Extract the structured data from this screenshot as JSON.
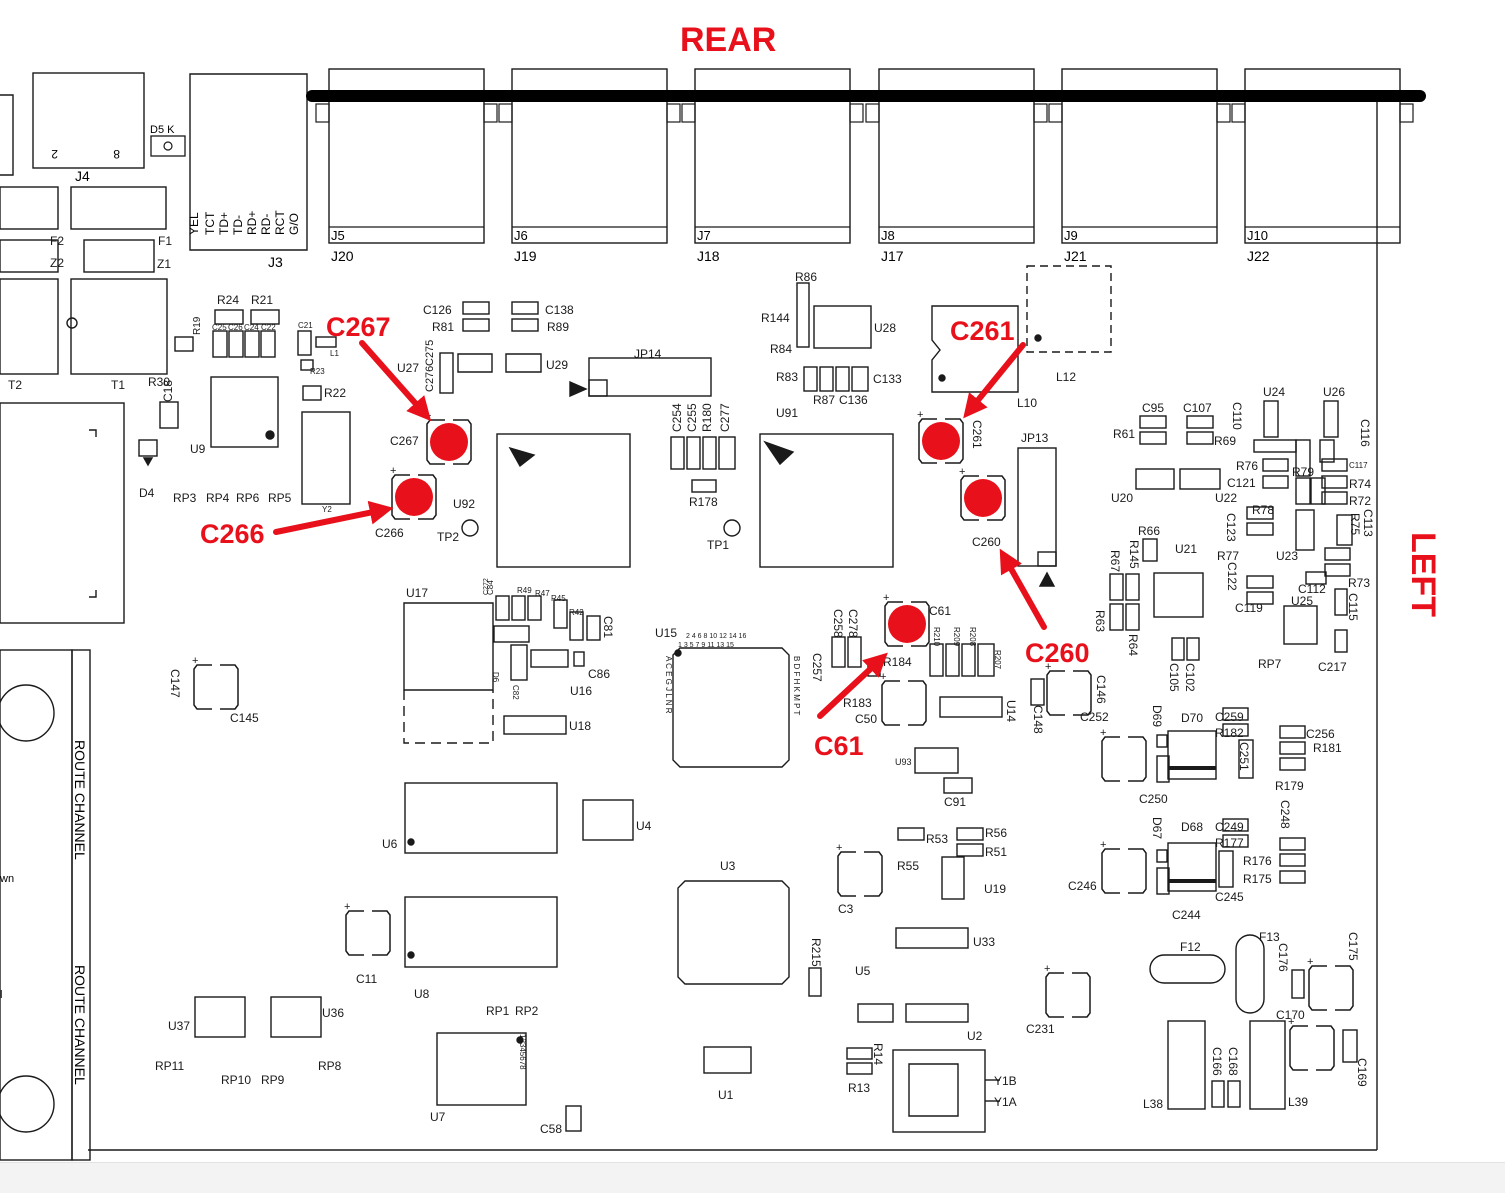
{
  "colors": {
    "line": "#1a1a1a",
    "accent": "#e8101a",
    "background": "#ffffff"
  },
  "headings": {
    "rear": "REAR",
    "left": "LEFT"
  },
  "callouts": [
    {
      "id": "c267",
      "label": "C267"
    },
    {
      "id": "c266",
      "label": "C266"
    },
    {
      "id": "c261",
      "label": "C261"
    },
    {
      "id": "c260",
      "label": "C260"
    },
    {
      "id": "c61",
      "label": "C61"
    }
  ],
  "connectors": {
    "top": [
      "J4",
      "J3"
    ],
    "j3_pins": [
      "YEL",
      "TCT",
      "TD+",
      "TD-",
      "RD+",
      "RD-",
      "RCT",
      "G/O"
    ],
    "rear_ports": [
      {
        "top": "J5",
        "bottom": "J20"
      },
      {
        "top": "J6",
        "bottom": "J19"
      },
      {
        "top": "J7",
        "bottom": "J18"
      },
      {
        "top": "J8",
        "bottom": "J17"
      },
      {
        "top": "J9",
        "bottom": "J21"
      },
      {
        "top": "J10",
        "bottom": "J22"
      }
    ]
  },
  "side_label": {
    "channel": "ROUTE CHANNEL",
    "cut_text_1": "wn",
    "cut_text_2": "l"
  },
  "silkscreen": [
    "D5 K",
    "F2",
    "F1",
    "Z2",
    "Z1",
    "T2",
    "T1",
    "R24",
    "R21",
    "R19",
    "R30",
    "R23",
    "R22",
    "C18",
    "U9",
    "D4",
    "RP3",
    "RP4",
    "RP6",
    "RP5",
    "Y2",
    "C21",
    "L1",
    "C25",
    "C26",
    "C24",
    "C22",
    "C126",
    "C138",
    "R81",
    "R89",
    "U27",
    "C275",
    "C276",
    "U29",
    "JP14",
    "C267",
    "U92",
    "C266",
    "TP2",
    "C254",
    "C255",
    "R180",
    "C277",
    "R178",
    "TP1",
    "R86",
    "R144",
    "R84",
    "R83",
    "U28",
    "C133",
    "R87",
    "C136",
    "U91",
    "C261",
    "L10",
    "L12",
    "JP13",
    "C260",
    "U17",
    "C84",
    "C272",
    "R49",
    "R47",
    "R45",
    "R42",
    "C81",
    "U15",
    "C86",
    "U16",
    "C82",
    "D6",
    "U18",
    "C147",
    "C145",
    "C278",
    "C258",
    "C61",
    "R184",
    "R183",
    "C257",
    "C50",
    "R210",
    "R209",
    "R208",
    "R207",
    "U14",
    "C148",
    "C146",
    "U93",
    "C91",
    "U6",
    "U4",
    "R53",
    "R56",
    "R51",
    "R55",
    "U19",
    "C3",
    "U3",
    "R215",
    "U5",
    "U33",
    "U8",
    "C11",
    "RP1",
    "RP2",
    "U37",
    "U36",
    "RP11",
    "RP10",
    "RP9",
    "RP8",
    "U7",
    "C58",
    "U1",
    "U2",
    "Y1B",
    "Y1A",
    "R14",
    "R13",
    "C231",
    "C95",
    "C107",
    "R61",
    "C110",
    "R69",
    "U24",
    "U26",
    "C116",
    "R76",
    "R79",
    "C117",
    "C121",
    "R74",
    "U20",
    "U22",
    "R78",
    "R72",
    "C123",
    "R75",
    "C113",
    "R66",
    "U21",
    "R145",
    "R67",
    "R77",
    "U23",
    "C122",
    "R73",
    "C112",
    "C119",
    "U25",
    "C115",
    "R63",
    "R64",
    "RP7",
    "C217",
    "C105",
    "C102",
    "C252",
    "D69",
    "D70",
    "C259",
    "R182",
    "C256",
    "R181",
    "C251",
    "C250",
    "R179",
    "C248",
    "D67",
    "D68",
    "C249",
    "R177",
    "R176",
    "R175",
    "C246",
    "C244",
    "C245",
    "F12",
    "F13",
    "C176",
    "C175",
    "C170",
    "L38",
    "C166",
    "C168",
    "L39",
    "C169",
    "12345678",
    "A C E G J L N R",
    "B D F H K M P T",
    "1 3 5 7 9 11 13 15",
    "2 4 6 8 10 12 14 16"
  ]
}
